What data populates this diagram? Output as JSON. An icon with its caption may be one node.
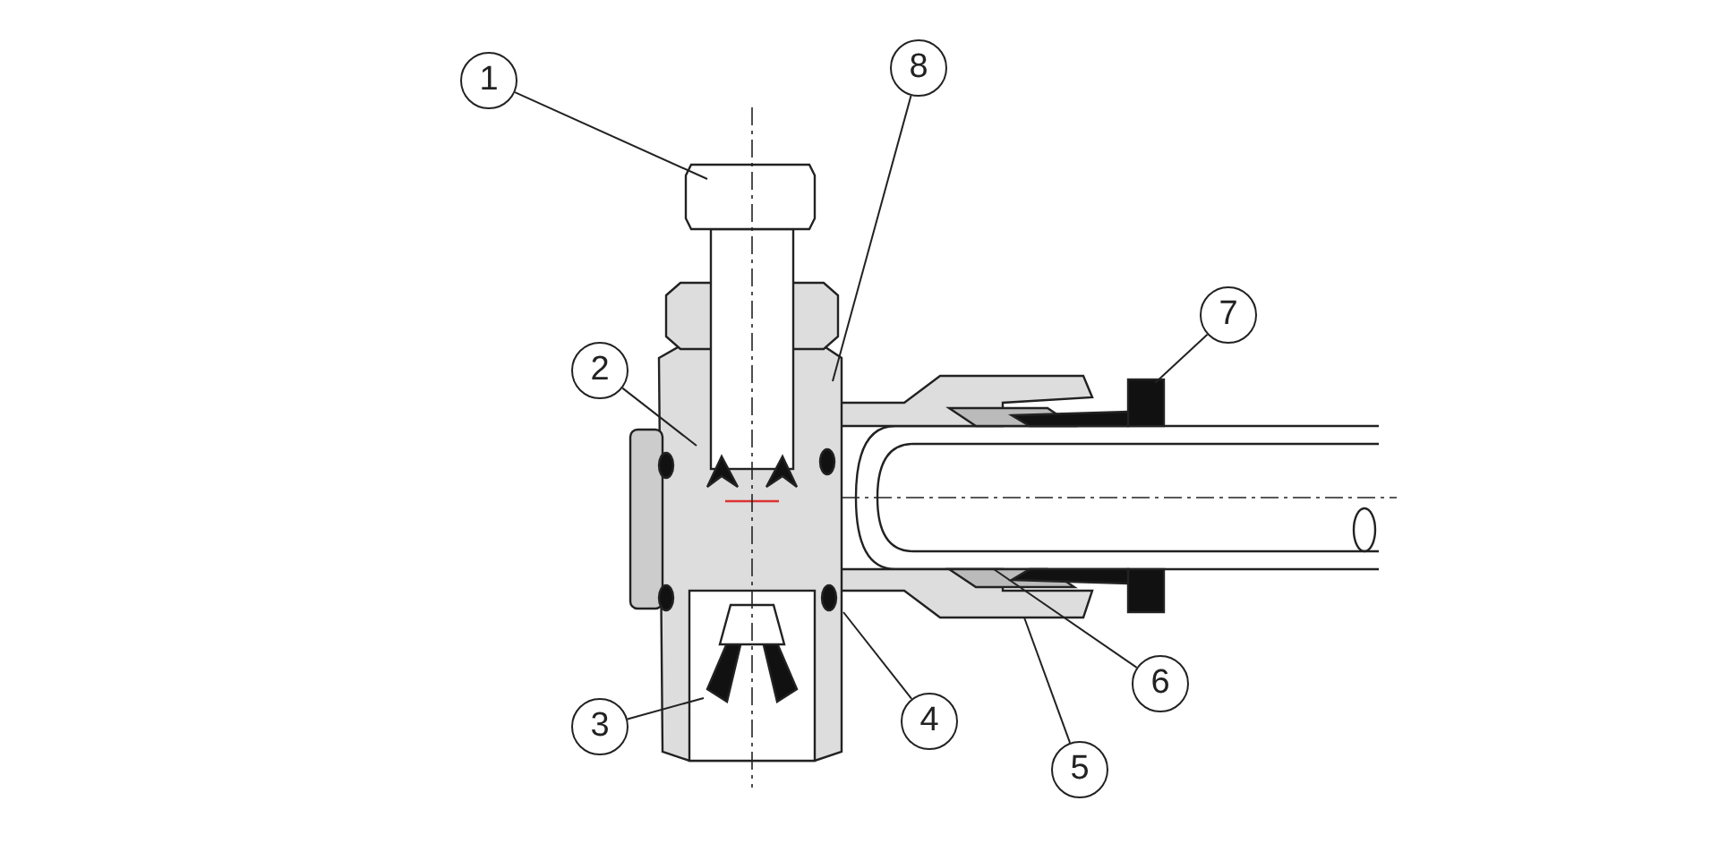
{
  "diagram": {
    "nodes": [
      {
        "text": [
          "1"
        ]
      },
      {
        "text": [
          "2"
        ]
      },
      {
        "text": [
          "3"
        ]
      },
      {
        "text": [
          "4"
        ]
      },
      {
        "text": [
          "5"
        ]
      },
      {
        "text": [
          "6"
        ]
      },
      {
        "text": [
          "7"
        ]
      },
      {
        "text": [
          "8"
        ]
      }
    ],
    "edges": [
      {
        "from": 0,
        "to": null,
        "arrow": "none"
      },
      {
        "from": 1,
        "to": null,
        "arrow": "none"
      },
      {
        "from": 2,
        "to": null,
        "arrow": "none"
      },
      {
        "from": 3,
        "to": null,
        "arrow": "none"
      },
      {
        "from": 4,
        "to": null,
        "arrow": "none"
      },
      {
        "from": 5,
        "to": null,
        "arrow": "none"
      },
      {
        "from": 6,
        "to": null,
        "arrow": "none"
      },
      {
        "from": 7,
        "to": null,
        "arrow": "none"
      }
    ]
  }
}
